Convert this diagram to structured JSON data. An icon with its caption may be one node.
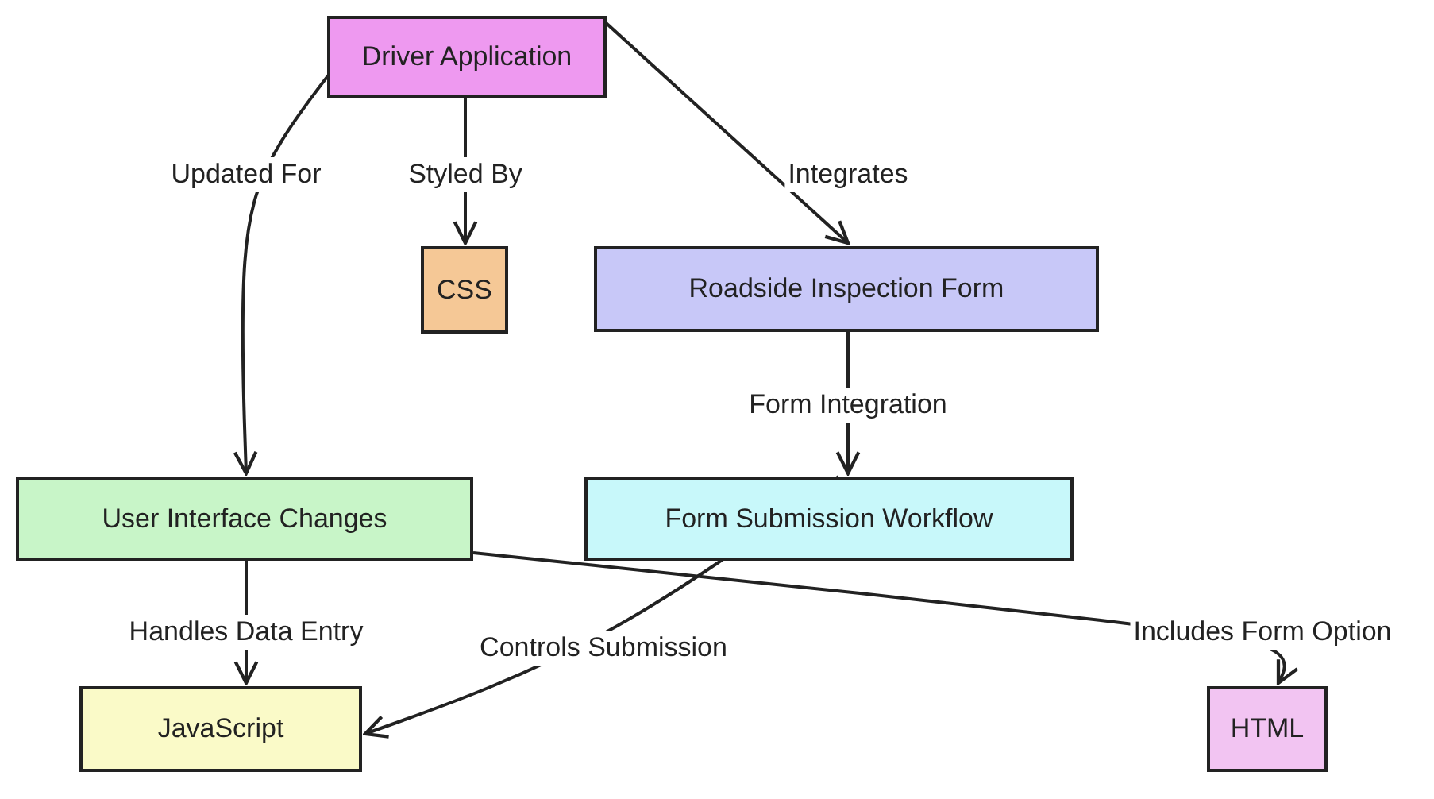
{
  "diagram": {
    "nodes": [
      {
        "text": [
          "Driver Application"
        ]
      },
      {
        "text": [
          "CSS"
        ]
      },
      {
        "text": [
          "Roadside Inspection Form"
        ]
      },
      {
        "text": [
          "User Interface Changes"
        ]
      },
      {
        "text": [
          "Form Submission Workflow"
        ]
      },
      {
        "text": [
          "JavaScript"
        ]
      },
      {
        "text": [
          "HTML"
        ]
      }
    ],
    "edges": [
      {
        "from": 0,
        "to": 3,
        "arrow": "to",
        "label": "Updated For"
      },
      {
        "from": 0,
        "to": 1,
        "arrow": "to",
        "label": "Styled By"
      },
      {
        "from": 0,
        "to": 2,
        "arrow": "to",
        "label": "Integrates"
      },
      {
        "from": 2,
        "to": 4,
        "arrow": "to",
        "label": "Form Integration"
      },
      {
        "from": 3,
        "to": 5,
        "arrow": "to",
        "label": "Handles Data Entry"
      },
      {
        "from": 4,
        "to": 5,
        "arrow": "to",
        "label": "Controls Submission"
      },
      {
        "from": 3,
        "to": 6,
        "arrow": "to",
        "label": "Includes Form Option"
      }
    ]
  }
}
